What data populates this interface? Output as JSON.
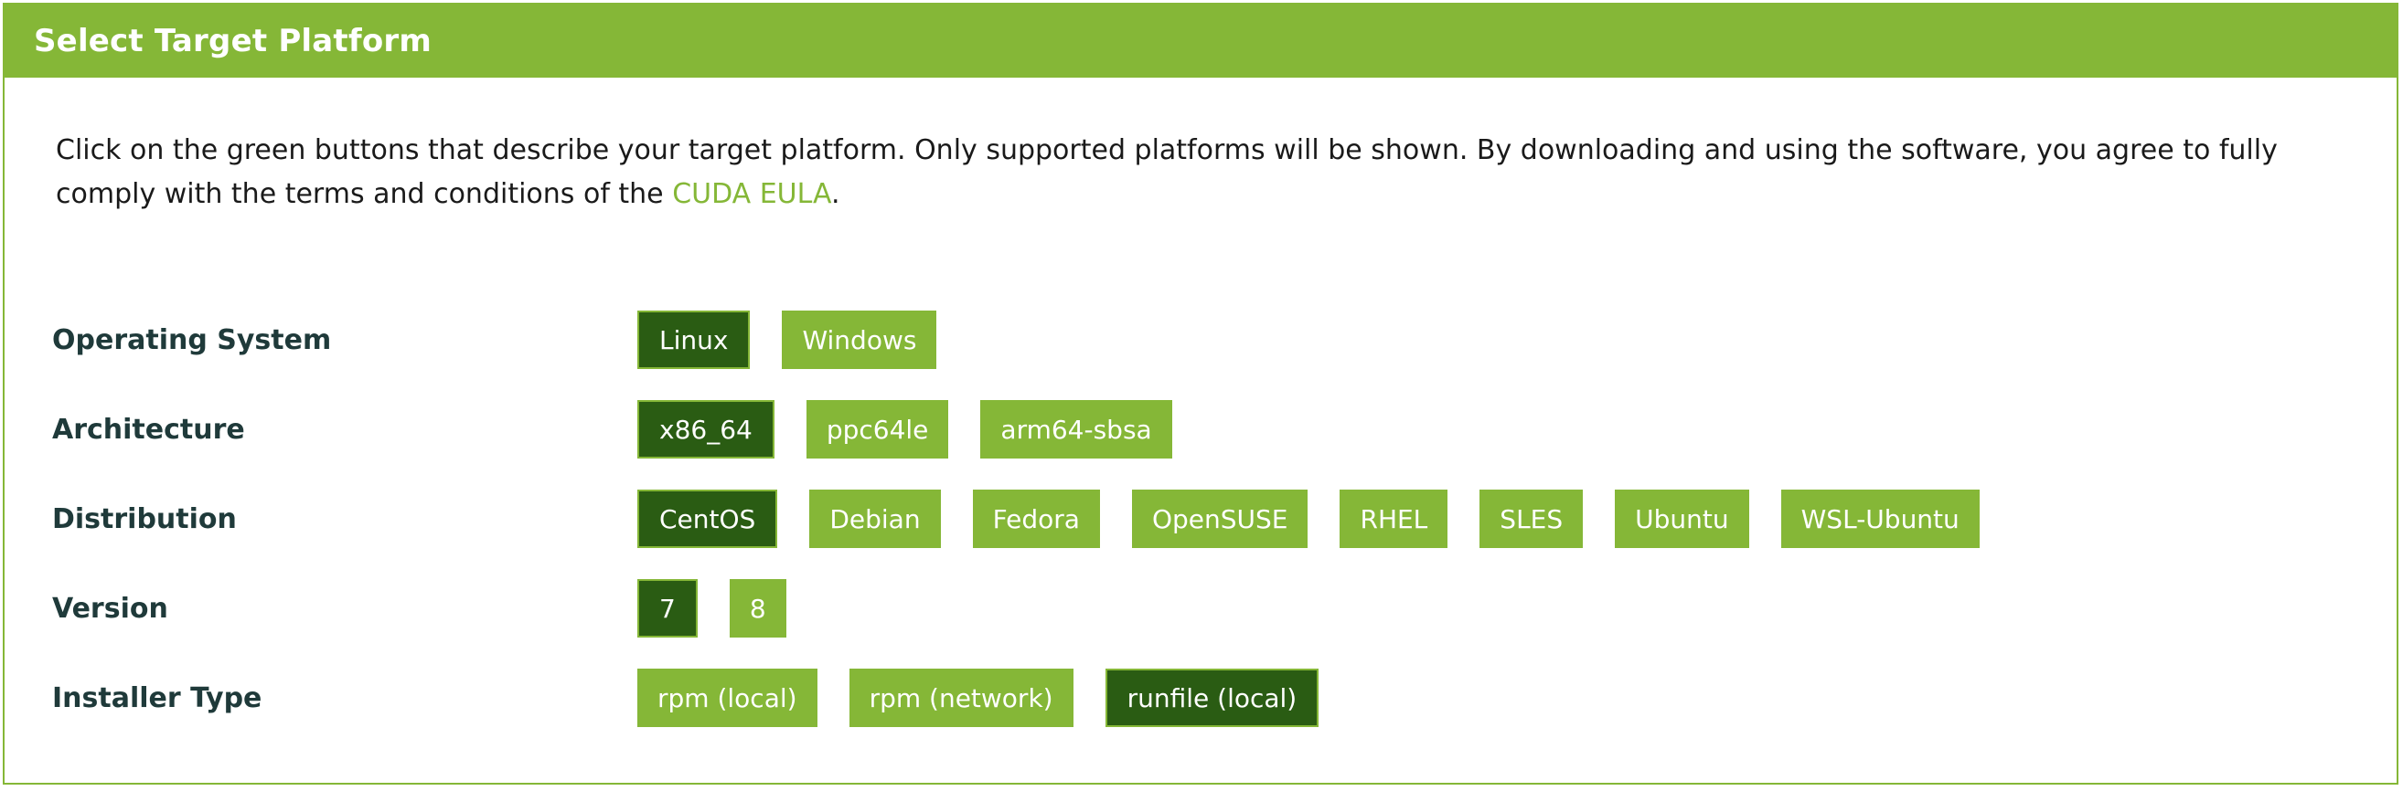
{
  "header": {
    "title": "Select Target Platform"
  },
  "intro": {
    "text_before": "Click on the green buttons that describe your target platform. Only supported platforms will be shown. By downloading and using the software, you agree to fully comply with the terms and conditions of the ",
    "link_text": "CUDA EULA",
    "text_after": "."
  },
  "colors": {
    "accent": "#85b737",
    "selected": "#2a5c13",
    "label": "#1f3a3a"
  },
  "rows": [
    {
      "label": "Operating System",
      "options": [
        "Linux",
        "Windows"
      ],
      "selected": "Linux"
    },
    {
      "label": "Architecture",
      "options": [
        "x86_64",
        "ppc64le",
        "arm64-sbsa"
      ],
      "selected": "x86_64"
    },
    {
      "label": "Distribution",
      "options": [
        "CentOS",
        "Debian",
        "Fedora",
        "OpenSUSE",
        "RHEL",
        "SLES",
        "Ubuntu",
        "WSL-Ubuntu"
      ],
      "selected": "CentOS"
    },
    {
      "label": "Version",
      "options": [
        "7",
        "8"
      ],
      "selected": "7"
    },
    {
      "label": "Installer Type",
      "options": [
        "rpm (local)",
        "rpm (network)",
        "runfile (local)"
      ],
      "selected": "runfile (local)"
    }
  ]
}
